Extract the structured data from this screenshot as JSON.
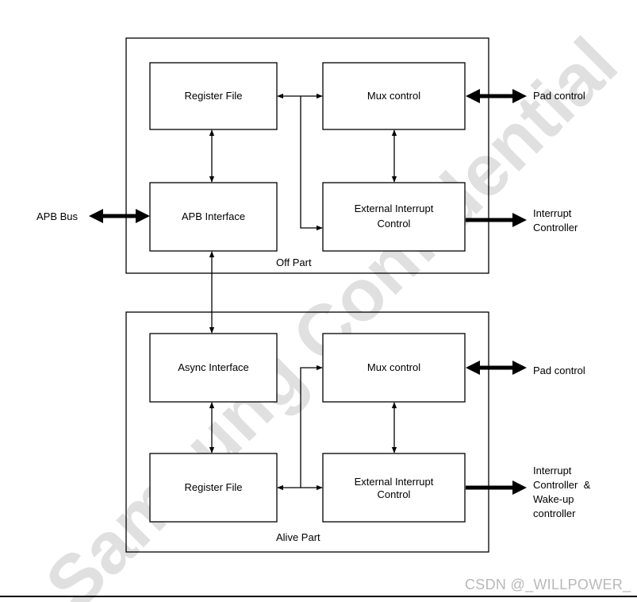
{
  "watermark": {
    "text": "Samsung Confidential"
  },
  "off_part": {
    "label": "Off Part",
    "register_file": "Register File",
    "apb_interface": "APB Interface",
    "mux_control": "Mux control",
    "ext_interrupt": {
      "line1": "External Interrupt",
      "line2": "Control"
    }
  },
  "alive_part": {
    "label": "Alive Part",
    "async_interface": "Async Interface",
    "register_file": "Register File",
    "mux_control": "Mux control",
    "ext_interrupt": {
      "line1": "External Interrupt",
      "line2": "Control"
    }
  },
  "external": {
    "apb_bus": "APB Bus",
    "pad_control_top": "Pad control",
    "interrupt_controller": {
      "line1": "Interrupt",
      "line2": "Controller"
    },
    "pad_control_bottom": "Pad control",
    "interrupt_wakeup": {
      "line1": "Interrupt",
      "line2": "Controller  &",
      "line3": "Wake-up",
      "line4": "controller"
    }
  },
  "credit": "CSDN @_WILLPOWER_"
}
